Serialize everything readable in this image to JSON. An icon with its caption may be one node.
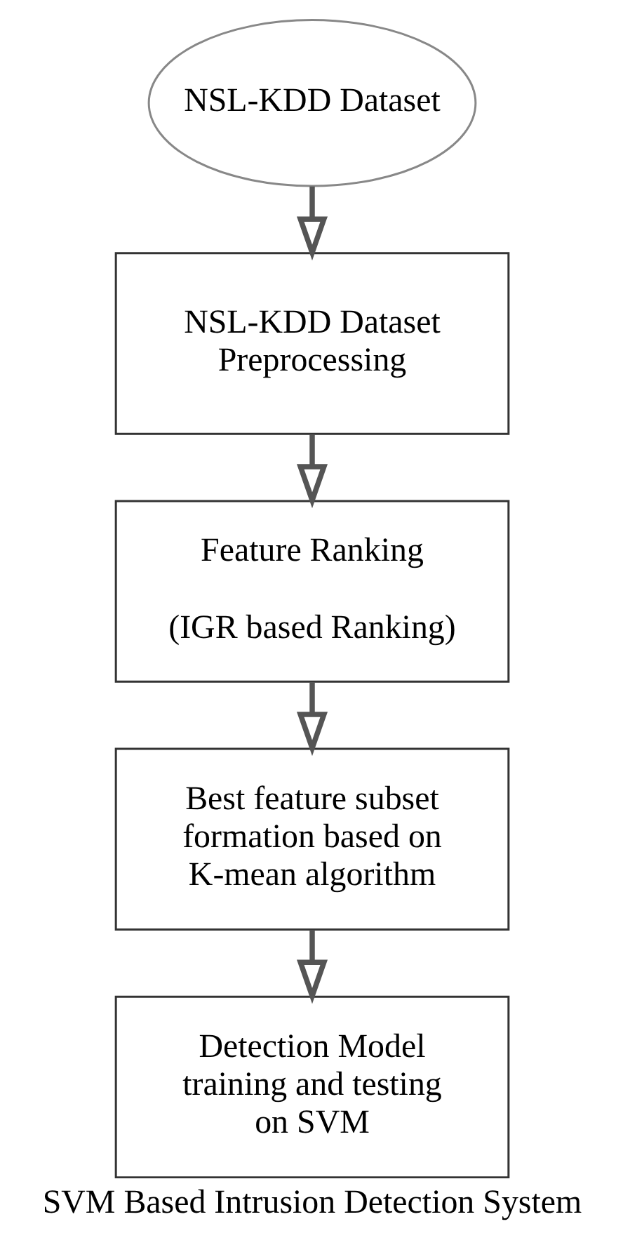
{
  "diagram": {
    "caption": "SVM Based Intrusion Detection System",
    "nodes": [
      {
        "text": [
          "NSL-KDD Dataset"
        ]
      },
      {
        "text": [
          "NSL-KDD Dataset Preprocessing"
        ]
      },
      {
        "text": [
          "Feature Ranking",
          "(IGR based Ranking)"
        ]
      },
      {
        "text": [
          "Best feature subset formation based on K-mean algorithm"
        ]
      },
      {
        "text": [
          "Detection Model training and testing on SVM"
        ]
      }
    ],
    "edges": [
      {
        "from": 0,
        "to": 1,
        "arrow": "to"
      },
      {
        "from": 1,
        "to": 2,
        "arrow": "to"
      },
      {
        "from": 2,
        "to": 3,
        "arrow": "to"
      },
      {
        "from": 3,
        "to": 4,
        "arrow": "to"
      }
    ]
  }
}
